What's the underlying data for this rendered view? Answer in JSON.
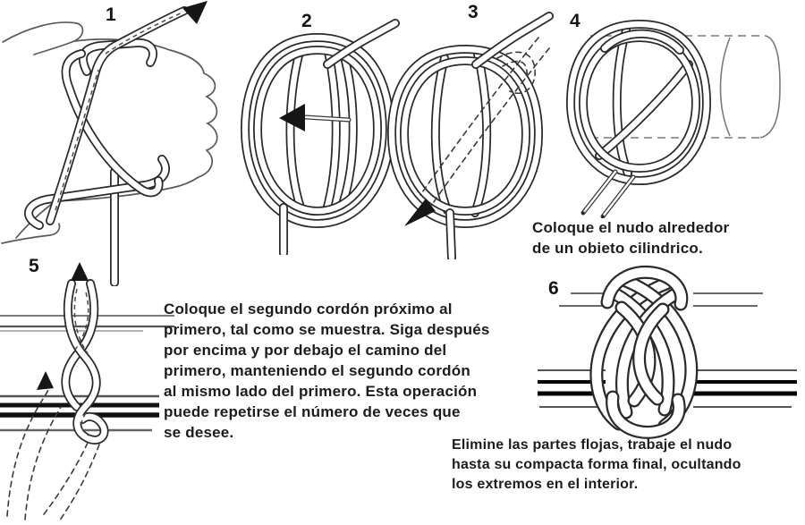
{
  "steps": [
    {
      "label": "1"
    },
    {
      "label": "2"
    },
    {
      "label": "3"
    },
    {
      "label": "4"
    },
    {
      "label": "5"
    },
    {
      "label": "6"
    }
  ],
  "captions": {
    "cylinder": "Coloque el nudo alrededor\nde un obieto cilindrico.",
    "main": "Coloque el segundo cordón próximo al\nprimero, tal como se muestra. Siga después\npor encima y por debajo el camino del\nprimero, manteniendo el segundo cordón\nal mismo lado del primero. Esta operación\npuede repetirse el número de veces que\nse desee.",
    "final": "Elimine las partes flojas, trabaje el nudo\nhasta su compacta forma final, ocultando\nlos extremos en el interior."
  },
  "illustrations": {
    "step1": "rope-looped-around-hand",
    "step2": "double-loop-coil-with-insert-arrow",
    "step3": "loop-coil-with-dashed-path-arrow",
    "step4": "knot-placed-on-cylinder",
    "step5": "second-cord-woven-on-cylinder",
    "step6": "finished-turks-head-knot"
  },
  "colors": {
    "ink": "#1c1c1c",
    "line": "#555555",
    "background": "#ffffff"
  }
}
